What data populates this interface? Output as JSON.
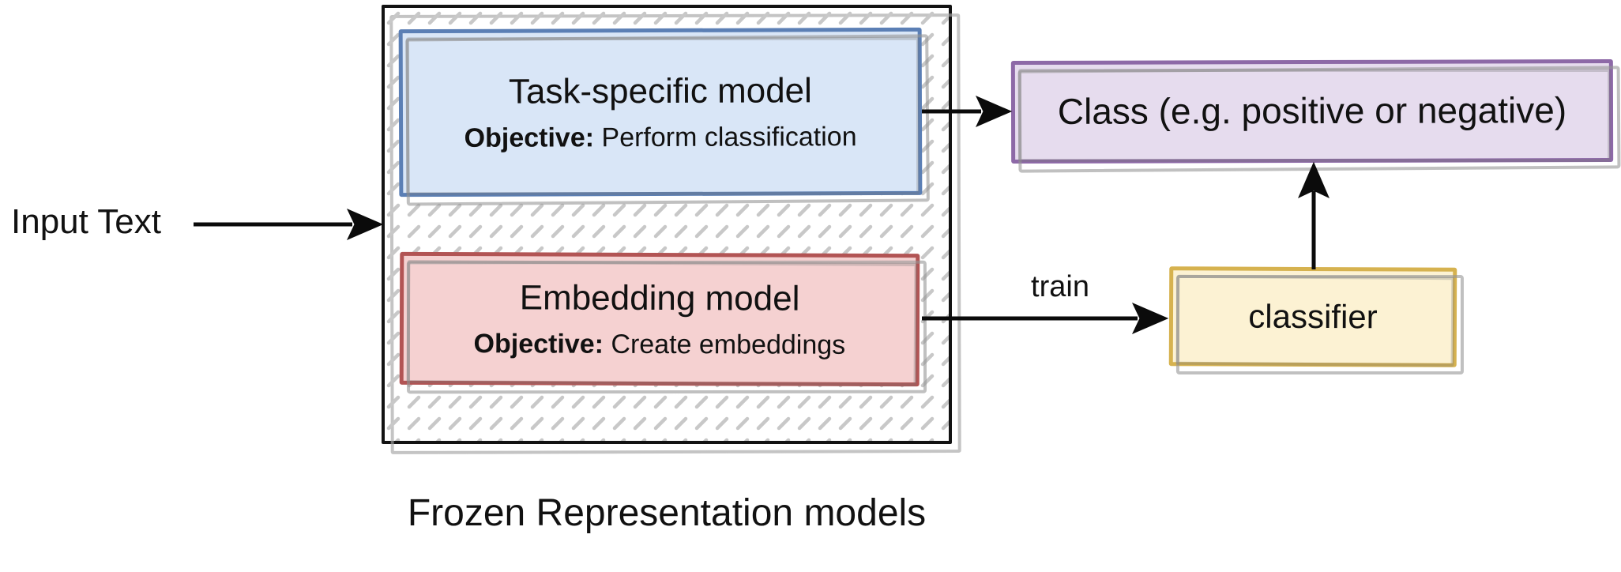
{
  "diagram": {
    "input_label": "Input Text",
    "frozen_group": {
      "caption": "Frozen Representation models",
      "task_model": {
        "title": "Task-specific model",
        "objective_label": "Objective:",
        "objective_text": "Perform classification"
      },
      "embedding_model": {
        "title": "Embedding model",
        "objective_label": "Objective:",
        "objective_text": "Create embeddings"
      }
    },
    "class_node": {
      "label": "Class (e.g. positive or negative)"
    },
    "classifier_node": {
      "label": "classifier"
    },
    "edges": {
      "train_label": "train"
    }
  },
  "colors": {
    "blue_fill": "#d9e6f7",
    "blue_border": "#5b7fb5",
    "red_fill": "#f5d1d1",
    "red_border": "#b25454",
    "purple_fill": "#e6dcee",
    "purple_border": "#8d69a7",
    "yellow_fill": "#fcf2d3",
    "yellow_border": "#d6b24f",
    "hatch_stroke": "#c8c8c8",
    "outline_black": "#121212"
  }
}
